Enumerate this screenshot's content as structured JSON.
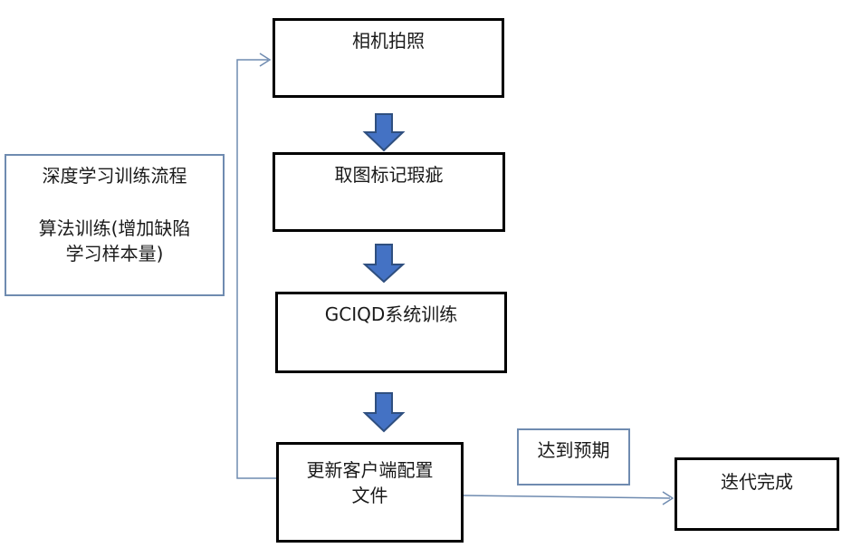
{
  "diagram": {
    "side_note": {
      "title": "深度学习训练流程",
      "line1": "算法训练(增加缺陷",
      "line2": "学习样本量)"
    },
    "steps": {
      "capture": "相机拍照",
      "mark": "取图标记瑕疵",
      "train": "GCIQD系统训练",
      "update_line1": "更新客户端配置",
      "update_line2": "文件",
      "done": "迭代完成"
    },
    "condition": "达到预期",
    "colors": {
      "arrow_fill": "#4472c4",
      "arrow_stroke": "#2f4f7f",
      "connector": "#6f8bb0",
      "box_border": "#000000"
    }
  }
}
